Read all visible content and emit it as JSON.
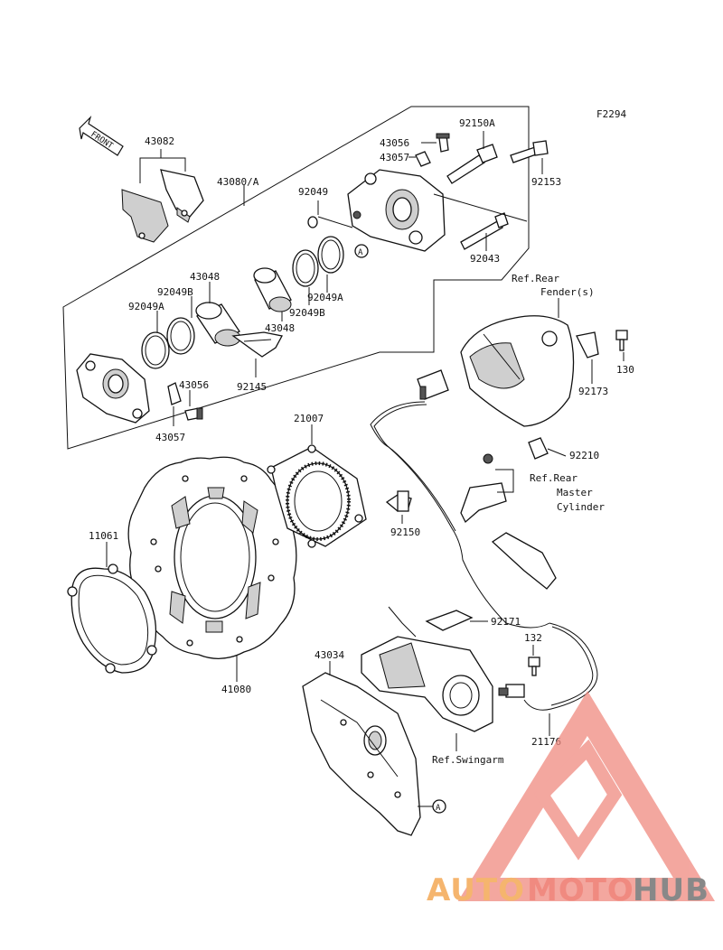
{
  "figure_code": "F2294",
  "front_arrow_label": "FRONT",
  "callouts": {
    "c43082": "43082",
    "c43080": "43080/A",
    "c43056a": "43056",
    "c43057a": "43057",
    "c92150A": "92150A",
    "c92153": "92153",
    "c92049": "92049",
    "c92043": "92043",
    "c43048a": "43048",
    "c92049Ba": "92049B",
    "c92049Aa": "92049A",
    "c43048b": "43048",
    "c92049Bb": "92049B",
    "c92049Ab": "92049A",
    "c92145": "92145",
    "c43056b": "43056",
    "c43057b": "43057",
    "c21007": "21007",
    "c92150": "92150",
    "c11061": "11061",
    "c41080": "41080",
    "c130": "130",
    "c92173": "92173",
    "c92210": "92210",
    "c92171": "92171",
    "c132": "132",
    "c43034": "43034",
    "c21176": "21176"
  },
  "references": {
    "rear_fender_1": "Ref.Rear",
    "rear_fender_2": "Fender(s)",
    "master_1": "Ref.Rear",
    "master_2": "Master",
    "master_3": "Cylinder",
    "swingarm": "Ref.Swingarm"
  },
  "markers": {
    "a1": "A",
    "a2": "A"
  },
  "watermark": {
    "part1": "AUTO",
    "part2": "MOTO",
    "part3": "HUB",
    "color_orange": "#f5b56e",
    "color_red": "#f08a80",
    "color_gray": "#888888"
  }
}
